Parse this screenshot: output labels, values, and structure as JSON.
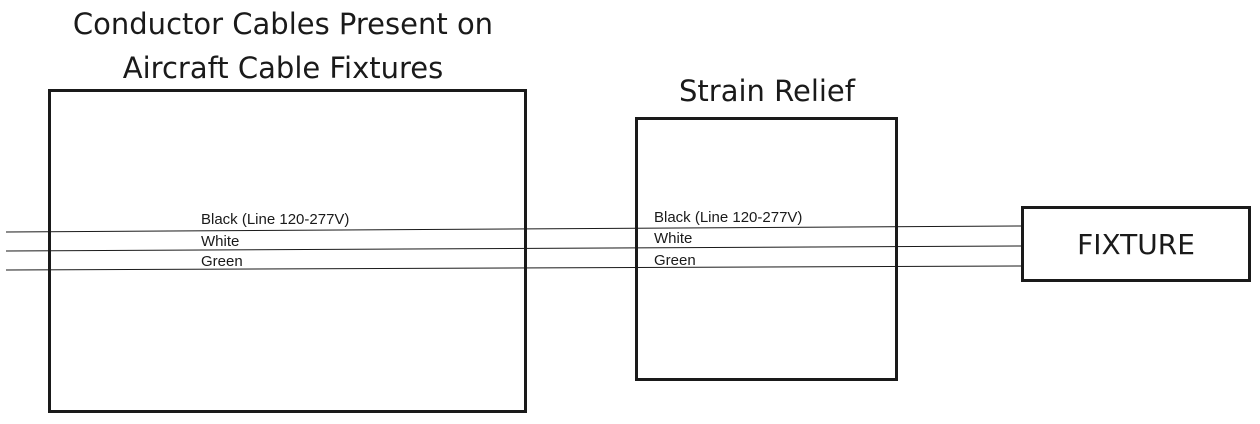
{
  "titles": {
    "left_line1": "Conductor Cables Present on",
    "left_line2": "Aircraft Cable Fixtures",
    "middle": "Strain Relief"
  },
  "fixture": {
    "label": "FIXTURE"
  },
  "wires": [
    {
      "label": "Black (Line 120-277V)"
    },
    {
      "label": "White"
    },
    {
      "label": "Green"
    }
  ]
}
